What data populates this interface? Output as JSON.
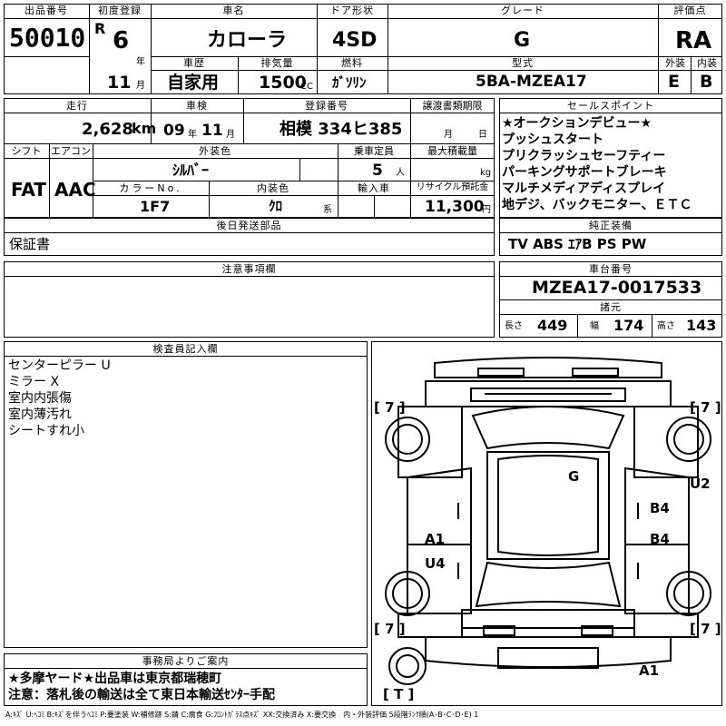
{
  "labels": {
    "lot_no": "出品番号",
    "first_reg": "初度登録",
    "car_name": "車名",
    "door": "ドア形状",
    "grade": "グレード",
    "score": "評価点",
    "era": "R",
    "year_unit": "年",
    "month_unit": "月",
    "history": "車歴",
    "displacement": "排気量",
    "fuel": "燃料",
    "model_code": "型式",
    "ext": "外装",
    "int": "内装",
    "mileage": "走行",
    "inspection": "車検",
    "reg_no": "登録番号",
    "transfer_deadline": "譲渡書類期限",
    "sale_points": "セールスポイント",
    "shift": "シフト",
    "aircon": "エアコン",
    "ext_color": "外装色",
    "capacity": "乗車定員",
    "max_load": "最大積載量",
    "color_no": "カラーNo.",
    "int_color": "内装色",
    "import": "輸入車",
    "recycle": "リサイクル預託金",
    "later_parts": "後日発送部品",
    "genuine": "純正装備",
    "notes": "注意事項欄",
    "chassis": "車台番号",
    "dims": "諸元",
    "length": "長さ",
    "width": "幅",
    "height": "高さ",
    "inspector": "検査員記入欄",
    "office": "事務局よりご案内",
    "km": "km",
    "cc": "CC",
    "kg": "kg",
    "persons": "人",
    "yen": "円",
    "kei": "系",
    "month_day_m": "月",
    "month_day_d": "日",
    "insp_year": "年",
    "insp_month": "月"
  },
  "values": {
    "lot_no": "50010",
    "first_reg_year": "6",
    "first_reg_month": "11",
    "car_name": "カローラ",
    "door": "4SD",
    "grade": "G",
    "score": "RA",
    "history": "自家用",
    "displacement": "1500",
    "fuel": "ｶﾞｿﾘﾝ",
    "model_code": "5BA-MZEA17",
    "ext_grade": "E",
    "int_grade": "B",
    "mileage": "2,628",
    "insp_year": "09",
    "insp_month": "11",
    "reg_no": "相模 334ヒ385",
    "shift": "FAT",
    "aircon": "AAC",
    "ext_color": "ｼﾙﾊﾞｰ",
    "capacity": "5",
    "color_no": "1F7",
    "int_color": "ｸﾛ",
    "recycle": "11,300",
    "later_parts": "保証書",
    "genuine": "TV ABS ｴｱB PS PW",
    "chassis": "MZEA17-0017533",
    "length": "449",
    "width": "174",
    "height": "143"
  },
  "sale_points": [
    "★オークションデビュー★",
    "プッシュスタート",
    "プリクラッシュセーフティー",
    "パーキングサポートブレーキ",
    "マルチメディアディスプレイ",
    "地デジ、バックモニター、ＥＴＣ"
  ],
  "inspector_notes": [
    "センターピラー U",
    "ミラー X",
    "室内内張傷",
    "室内薄汚れ",
    "シートすれ小"
  ],
  "diagram": {
    "tire_fl": "[ 7 ]",
    "tire_fr": "[ 7 ]",
    "tire_rl": "[ 7 ]",
    "tire_rr": "[ 7 ]",
    "spare": "[ T ]",
    "roof": "G",
    "right_pillar": "U2",
    "right_front_door": "B4",
    "right_rear_door": "B4",
    "left_front_door": "A1",
    "left_rear_door": "U4",
    "rear_bumper": "A1"
  },
  "office_notes": [
    "★多摩ヤード★出品車は東京都瑞穂町",
    "注意：落札後の輸送は全て東日本輸送ｾﾝﾀｰ手配"
  ],
  "legend": "A:ｷｽﾞ U:ﾍｺﾐ B:ｷｽﾞを伴うﾍｺﾐ P:要塗装 W:補修跡 S:錆 C:腐食 G:ﾌﾛﾝﾄｶﾞﾗｽ点ｷｽﾞ XX:交換済み X:要交換　内・外装評価 5段階ﾗﾝｸ順(A･B･C･D･E) 1"
}
